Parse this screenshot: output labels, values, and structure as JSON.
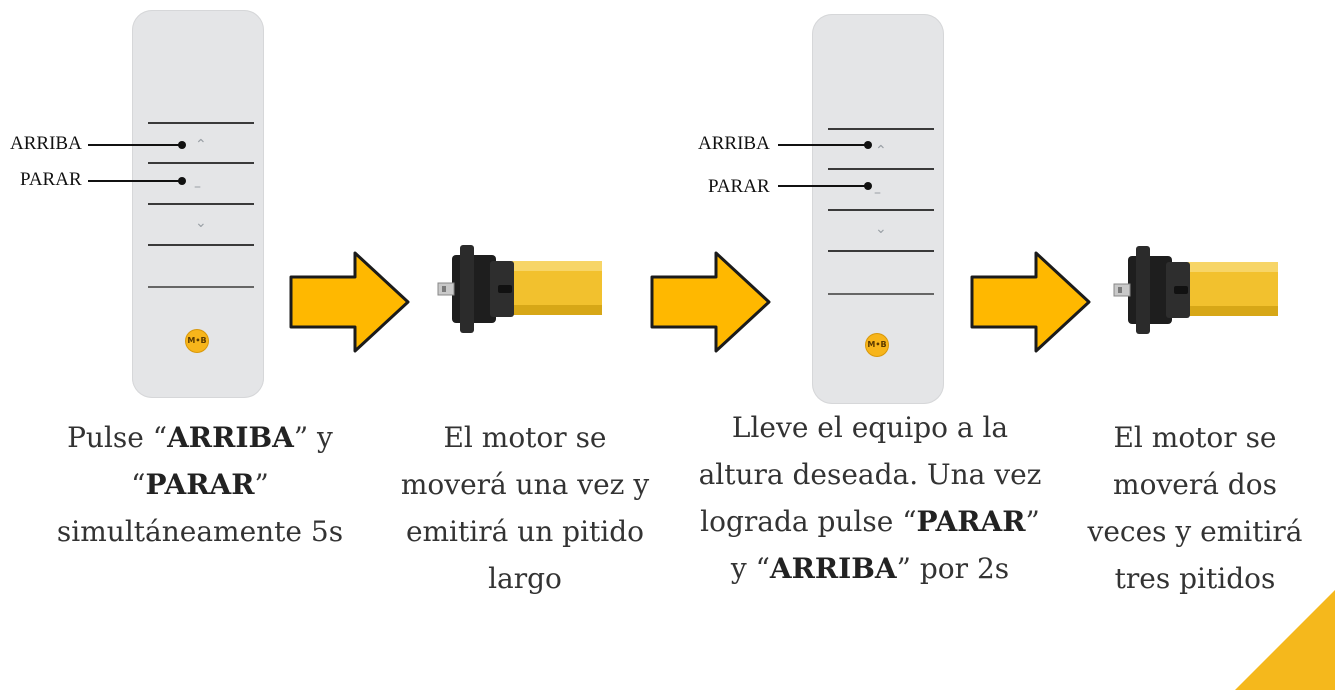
{
  "remotes": [
    {
      "label_up": "ARRIBA",
      "label_stop": "PARAR",
      "logo_text": "M•B"
    },
    {
      "label_up": "ARRIBA",
      "label_stop": "PARAR",
      "logo_text": "M•B"
    }
  ],
  "icons": {
    "arrow": "right-arrow-icon",
    "motor": "tubular-motor-icon"
  },
  "colors": {
    "arrow_fill": "#ffb800",
    "motor_tube": "#f2c12e",
    "logo": "#f7b51b",
    "remote_body": "#e4e5e7",
    "corner_accent": "#f5b81c"
  },
  "captions": {
    "step1": {
      "pre": "Pulse “",
      "b1": "ARRIBA",
      "mid": "” y “",
      "b2": "PARAR",
      "post": "” simultáneamente 5s"
    },
    "step2": {
      "text": "El motor se moverá una vez y emitirá un pitido largo"
    },
    "step3": {
      "pre": "Lleve el equipo a la altura deseada. Una vez lograda pulse “",
      "b1": "PARAR",
      "mid": "” y “",
      "b2": "ARRIBA",
      "post": "” por 2s"
    },
    "step4": {
      "text": "El motor se moverá dos veces y emitirá tres pitidos"
    }
  }
}
